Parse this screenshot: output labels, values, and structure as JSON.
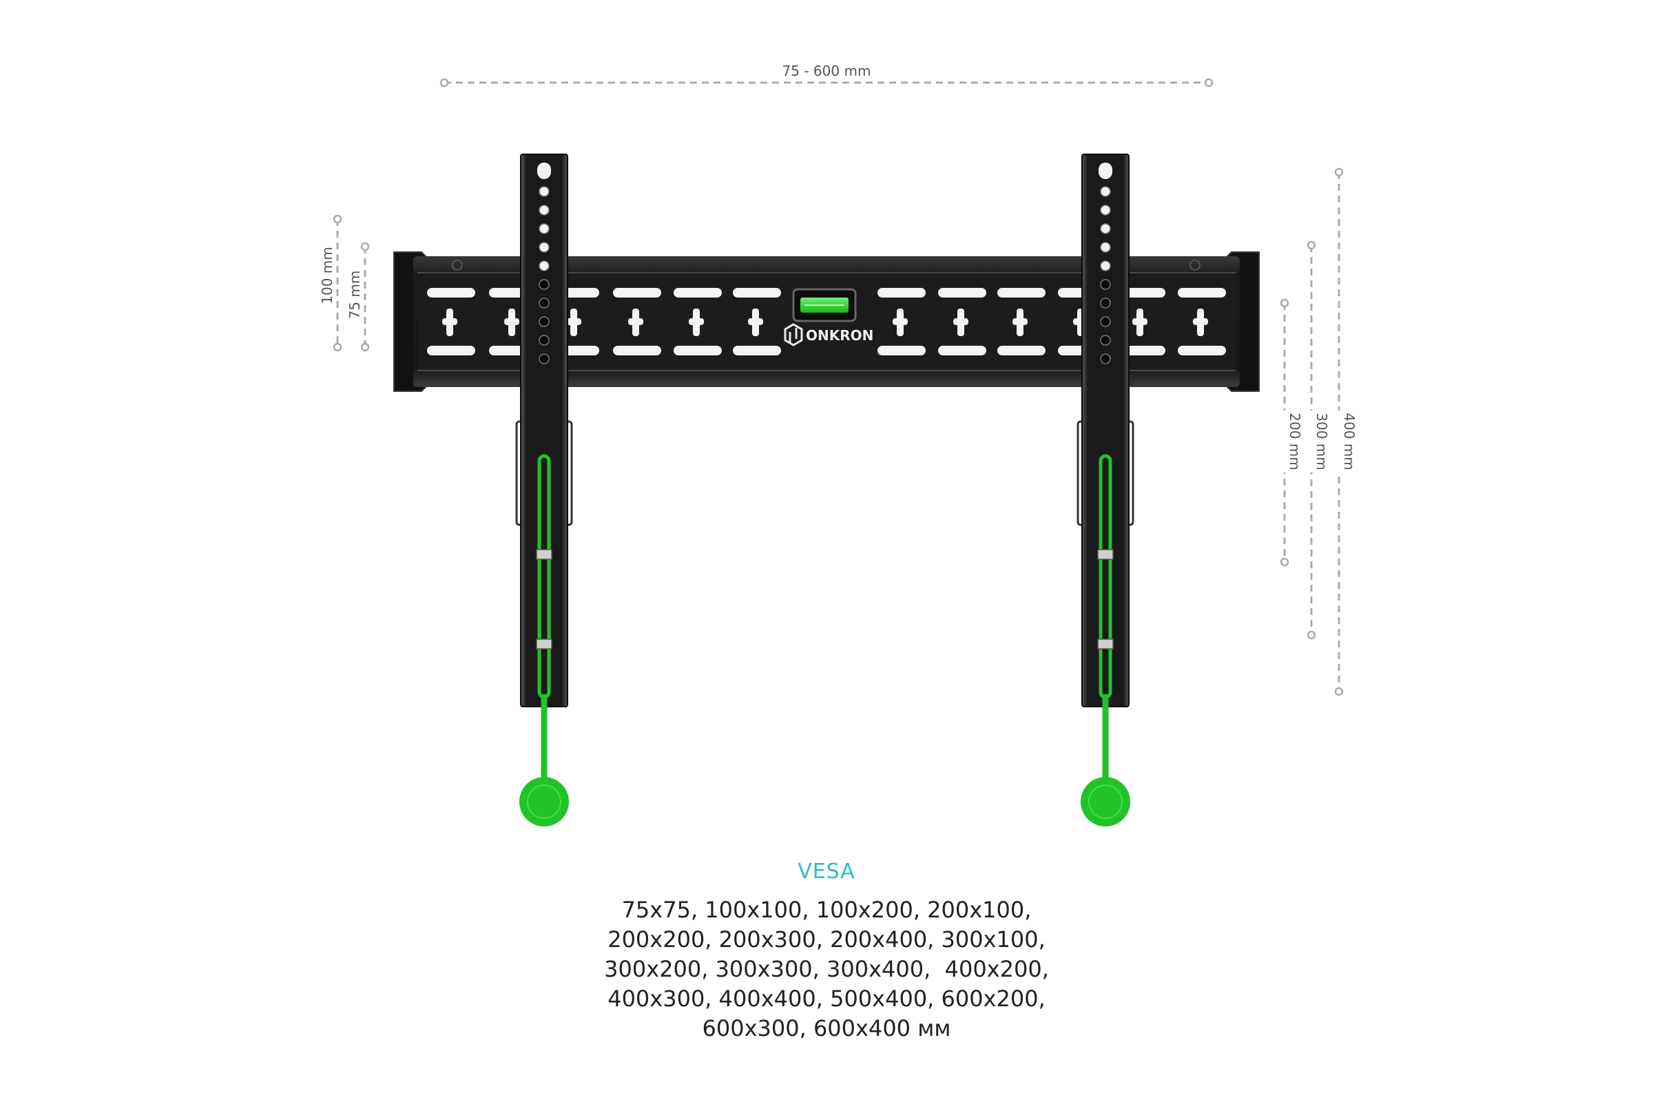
{
  "dimensions": {
    "width_label": "75 - 600 mm",
    "left_outer_label": "100 mm",
    "left_inner_label": "75 mm",
    "right_short_label": "200 mm",
    "right_mid_label": "300 mm",
    "right_long_label": "400 mm"
  },
  "brand": {
    "name": "ONKRON"
  },
  "vesa": {
    "title": "VESA",
    "lines": [
      "75x75, 100x100, 100x200, 200x100,",
      "200x200, 200x300, 200x400, 300x100,",
      "300x200, 300x300, 300x400,  400x200,",
      "400x300, 400x400, 500x400, 600x200,",
      "600x300, 600x400 мм"
    ]
  },
  "colors": {
    "accent_green": "#22c22a",
    "title_cyan": "#2bbfc4",
    "metal": "#1d1d1d",
    "dim_line": "#aaaaaa"
  }
}
